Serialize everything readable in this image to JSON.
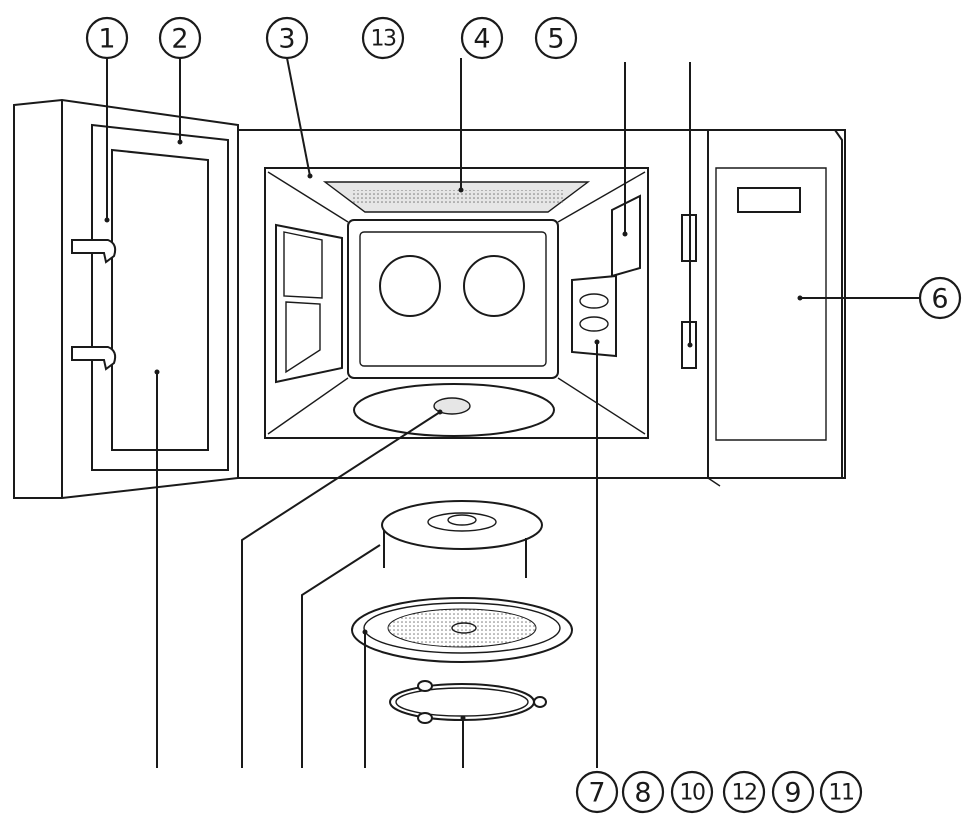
{
  "callouts_top": [
    "1",
    "2",
    "3",
    "13",
    "4",
    "5"
  ],
  "callout_right": "6",
  "callouts_bottom": [
    "7",
    "8",
    "10",
    "12",
    "9",
    "11"
  ],
  "colors": {
    "line": "#1a1a1a",
    "background": "#ffffff",
    "shading": "#e6e6e6"
  }
}
